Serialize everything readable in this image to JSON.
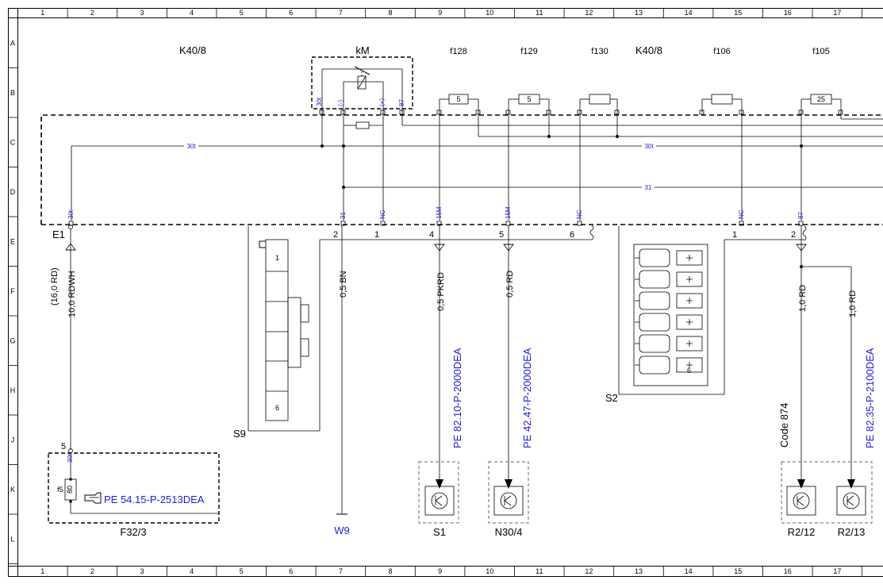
{
  "grid": {
    "columns": [
      "1",
      "2",
      "3",
      "4",
      "5",
      "6",
      "7",
      "8",
      "9",
      "10",
      "11",
      "12",
      "13",
      "14",
      "15",
      "16",
      "17"
    ],
    "rows": [
      "A",
      "B",
      "C",
      "D",
      "E",
      "F",
      "G",
      "H",
      "J",
      "K",
      "L"
    ]
  },
  "components": {
    "k40_left": "K40/8",
    "km": "kM",
    "f128": "f128",
    "f129": "f129",
    "f130": "f130",
    "k40_right": "K40/8",
    "f106": "f106",
    "f105": "f105",
    "e1": "E1",
    "f32": "F32/3",
    "s9": "S9",
    "w9": "W9",
    "s1": "S1",
    "n30": "N30/4",
    "s2": "S2",
    "r212": "R2/12",
    "r213": "R2/13",
    "code874": "Code 874",
    "f5": "f5",
    "j5": "5"
  },
  "fuse_values": {
    "f128": "5",
    "f129": "5",
    "f105": "25",
    "f5": "80"
  },
  "relay_pins": {
    "p30t": "30t",
    "pminus": "(-)",
    "pplus": "(+)",
    "p87": "87"
  },
  "terminals": {
    "t30t_a": "30t",
    "t31": "31",
    "tnc1": "NC",
    "t15m1": "15M",
    "t15m2": "15M",
    "tnc2": "NC",
    "tnc3": "NC",
    "t87": "87",
    "t30t_b": "30t"
  },
  "bus_labels": {
    "b30t_a": "30t",
    "b30t_b": "30t",
    "b31": "31"
  },
  "pins": {
    "p2": "2",
    "p1": "1",
    "p4": "4",
    "p5": "5",
    "p6": "6",
    "s2p1": "1",
    "s2p2": "2",
    "s9p1": "1",
    "s9p6": "6",
    "s2p6": "6"
  },
  "wires": {
    "w_e1a": "(16,0 RD)",
    "w_e1b": "10,0 RDWH",
    "w_bn": "0,5 BN",
    "w_pkrd": "0,5 PKRD",
    "w_rd": "0,5 RD",
    "w_r1": "1,0 RD",
    "w_r2": "1,0 RD"
  },
  "references": {
    "pe54": "PE 54.15-P-2513DEA",
    "pe82_10": "PE 82.10-P-2000DEA",
    "pe42": "PE 42.47-P-2000DEA",
    "pe82_35": "PE 82.35-P-2100DEA"
  },
  "colors": {
    "reference_blue": "#1c1cd6",
    "line": "#000000"
  },
  "icons": {
    "pointer": "pointing-hand-icon",
    "lamp": "lamp-symbol-icon"
  }
}
